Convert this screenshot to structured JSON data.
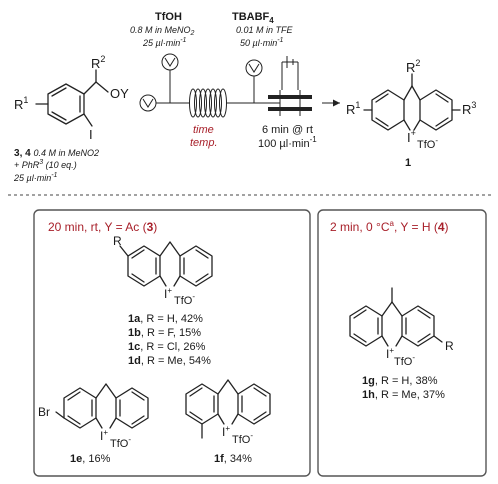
{
  "colors": {
    "accent": "#a8202a",
    "text": "#1a1a1a",
    "box": "#555555"
  },
  "reagents": {
    "sm_label_left": "R",
    "sm_label_left_sup": "1",
    "sm_r2": "R",
    "sm_r2_sup": "2",
    "sm_oy": "OY",
    "sm_i": "I",
    "sm_conc": "0.4 M in MeNO2",
    "sm_id_3": "3",
    "sm_id_4": "4",
    "sm_sep": ", ",
    "arene_prefix": "+ PhR",
    "arene_sup": "3",
    "arene_eq": " (10 eq.)",
    "sm_flow": "25 µl·min",
    "tfoh": {
      "name": "TfOH",
      "conc": "0.8 M in MeNO",
      "conc_sub": "2",
      "flow": "25 µl·min"
    },
    "tbabf4": {
      "name": "TBABF",
      "name_sub": "4",
      "conc": "0.01 M in TFE",
      "flow": "50 µl·min"
    },
    "flow_exp": "-1"
  },
  "reactor": {
    "time": "time",
    "temp": "temp."
  },
  "conditions": {
    "line1": "6 min @ rt",
    "line2": "100 µl·min",
    "exp": "-1"
  },
  "product": {
    "r1": "R",
    "r1_sup": "1",
    "r2": "R",
    "r2_sup": "2",
    "r3": "R",
    "r3_sup": "3",
    "i": "I",
    "i_sup": "+",
    "counter": "TfO",
    "counter_sup": "-",
    "id": "1"
  },
  "panel_left": {
    "header_pre": "20 min, rt, Y = Ac (",
    "header_id": "3",
    "header_post": ")",
    "r_label": "R",
    "i": "I",
    "i_sup": "+",
    "counter": "TfO",
    "counter_sup": "-",
    "items": [
      {
        "id": "1a",
        "text": ", R = H, 42%"
      },
      {
        "id": "1b",
        "text": ", R = F, 15%"
      },
      {
        "id": "1c",
        "text": ", R = Cl, 26%"
      },
      {
        "id": "1d",
        "text": ", R = Me, 54%"
      }
    ],
    "e_sub": "Br",
    "e_id": "1e",
    "e_text": ", 16%",
    "f_id": "1f",
    "f_text": ", 34%"
  },
  "panel_right": {
    "header_pre": "2 min, 0 °C",
    "header_sup": "a",
    "header_mid": ", Y = H (",
    "header_id": "4",
    "header_post": ")",
    "r_label": "R",
    "i": "I",
    "i_sup": "+",
    "counter": "TfO",
    "counter_sup": "-",
    "items": [
      {
        "id": "1g",
        "text": ", R = H, 38%"
      },
      {
        "id": "1h",
        "text": ", R = Me, 37%"
      }
    ]
  }
}
